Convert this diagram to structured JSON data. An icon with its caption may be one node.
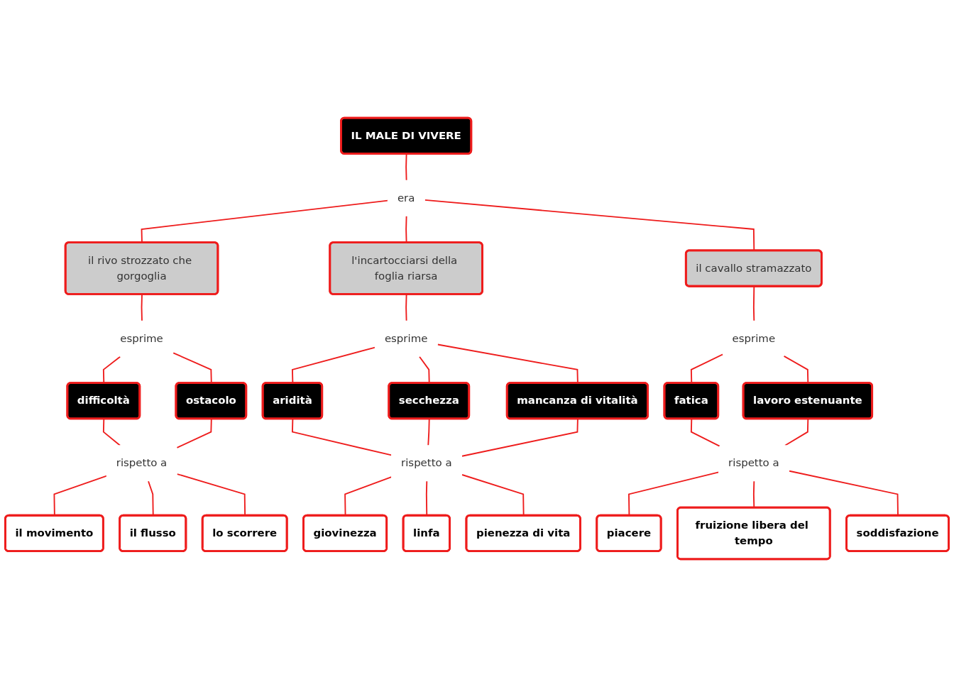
{
  "diagram": {
    "nodes": [
      {
        "text": [
          "IL MALE DI VIVERE"
        ]
      },
      {
        "text": [
          "era"
        ]
      },
      {
        "text": [
          "il rivo strozzato che gorgoglia"
        ]
      },
      {
        "text": [
          "l'incartocciarsi della foglia riarsa"
        ]
      },
      {
        "text": [
          "il cavallo stramazzato"
        ]
      },
      {
        "text": [
          "esprime"
        ]
      },
      {
        "text": [
          "difficoltà"
        ]
      },
      {
        "text": [
          "ostacolo"
        ]
      },
      {
        "text": [
          "rispetto a"
        ]
      },
      {
        "text": [
          "il movimento"
        ]
      },
      {
        "text": [
          "il flusso"
        ]
      },
      {
        "text": [
          "lo scorrere"
        ]
      },
      {
        "text": [
          "esprime"
        ]
      },
      {
        "text": [
          "aridità"
        ]
      },
      {
        "text": [
          "secchezza"
        ]
      },
      {
        "text": [
          "mancanza di vitalità"
        ]
      },
      {
        "text": [
          "rispetto a"
        ]
      },
      {
        "text": [
          "giovinezza"
        ]
      },
      {
        "text": [
          "linfa"
        ]
      },
      {
        "text": [
          "pienezza di vita"
        ]
      },
      {
        "text": [
          "esprime"
        ]
      },
      {
        "text": [
          "fatica"
        ]
      },
      {
        "text": [
          "lavoro estenuante"
        ]
      },
      {
        "text": [
          "rispetto a"
        ]
      },
      {
        "text": [
          "piacere"
        ]
      },
      {
        "text": [
          "fruizione libera del tempo"
        ]
      },
      {
        "text": [
          "soddisfazione"
        ]
      }
    ],
    "edges": [
      {
        "from": 0,
        "to": 1,
        "arrow": "none"
      },
      {
        "from": 1,
        "to": 2,
        "arrow": "none"
      },
      {
        "from": 1,
        "to": 3,
        "arrow": "none"
      },
      {
        "from": 1,
        "to": 4,
        "arrow": "none"
      },
      {
        "from": 2,
        "to": 5,
        "arrow": "none"
      },
      {
        "from": 5,
        "to": 6,
        "arrow": "none"
      },
      {
        "from": 5,
        "to": 7,
        "arrow": "none"
      },
      {
        "from": 6,
        "to": 8,
        "arrow": "none"
      },
      {
        "from": 7,
        "to": 8,
        "arrow": "none"
      },
      {
        "from": 8,
        "to": 9,
        "arrow": "none"
      },
      {
        "from": 8,
        "to": 10,
        "arrow": "none"
      },
      {
        "from": 8,
        "to": 11,
        "arrow": "none"
      },
      {
        "from": 3,
        "to": 12,
        "arrow": "none"
      },
      {
        "from": 12,
        "to": 13,
        "arrow": "none"
      },
      {
        "from": 12,
        "to": 14,
        "arrow": "none"
      },
      {
        "from": 12,
        "to": 15,
        "arrow": "none"
      },
      {
        "from": 13,
        "to": 16,
        "arrow": "none"
      },
      {
        "from": 14,
        "to": 16,
        "arrow": "none"
      },
      {
        "from": 15,
        "to": 16,
        "arrow": "none"
      },
      {
        "from": 16,
        "to": 17,
        "arrow": "none"
      },
      {
        "from": 16,
        "to": 18,
        "arrow": "none"
      },
      {
        "from": 16,
        "to": 19,
        "arrow": "none"
      },
      {
        "from": 4,
        "to": 20,
        "arrow": "none"
      },
      {
        "from": 20,
        "to": 21,
        "arrow": "none"
      },
      {
        "from": 20,
        "to": 22,
        "arrow": "none"
      },
      {
        "from": 21,
        "to": 23,
        "arrow": "none"
      },
      {
        "from": 22,
        "to": 23,
        "arrow": "none"
      },
      {
        "from": 23,
        "to": 24,
        "arrow": "none"
      },
      {
        "from": 23,
        "to": 25,
        "arrow": "none"
      },
      {
        "from": 23,
        "to": 26,
        "arrow": "none"
      }
    ]
  }
}
